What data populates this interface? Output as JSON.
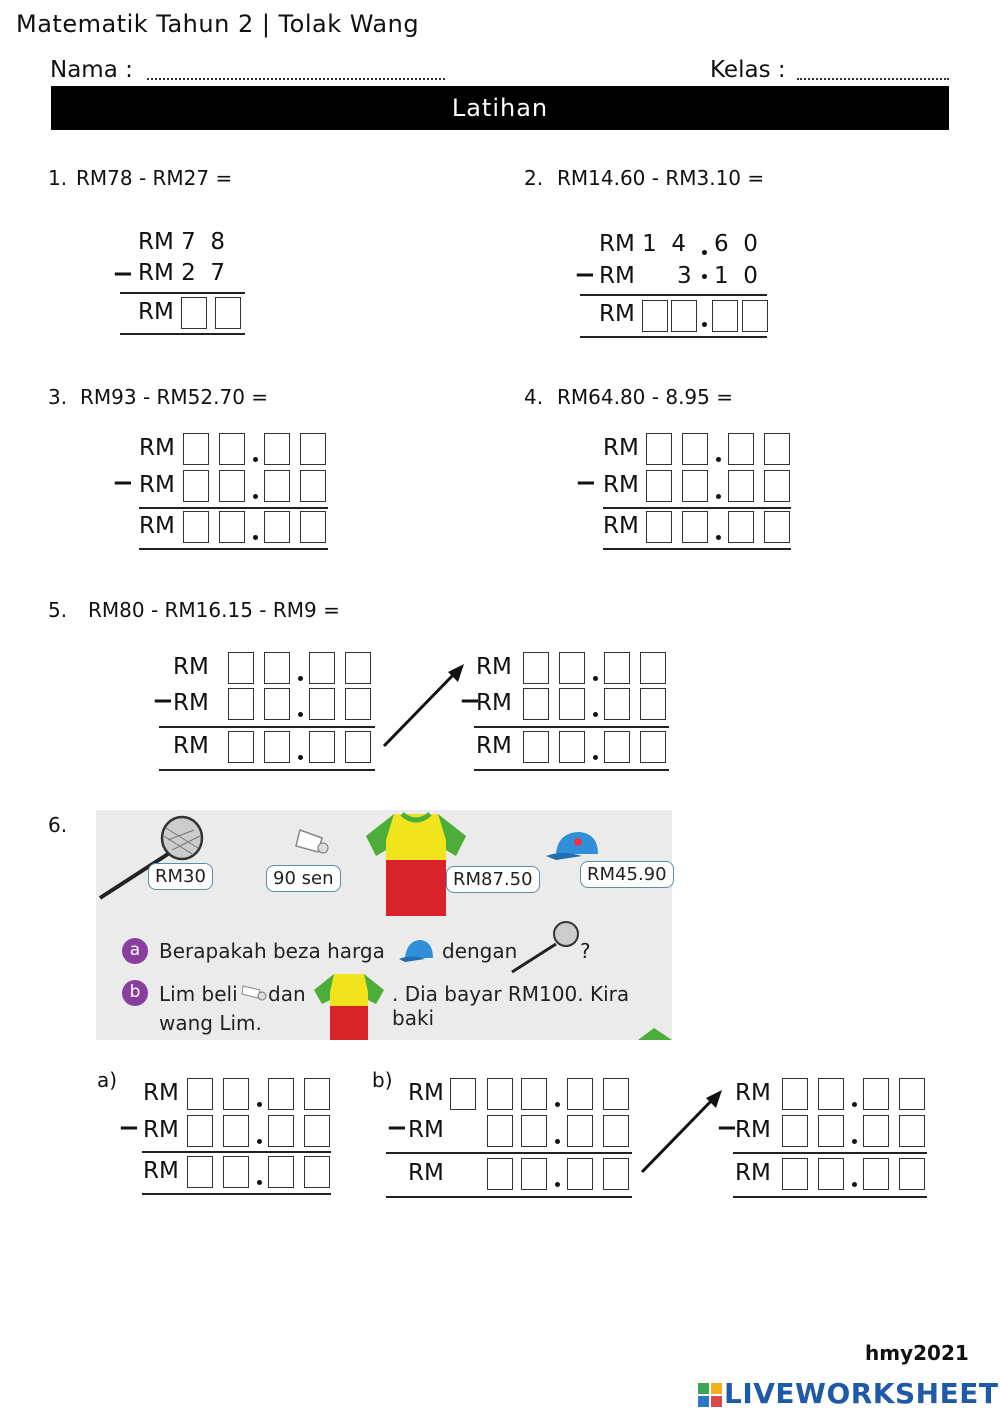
{
  "header": {
    "title": "Matematik Tahun 2 | Tolak Wang",
    "name_label": "Nama :",
    "class_label": "Kelas :",
    "banner": "Latihan"
  },
  "questions": {
    "q1": {
      "label": "1.",
      "text": "RM78 - RM27 =",
      "row1": "RM 7  8",
      "row2": "RM 2  7",
      "row3": "RM"
    },
    "q2": {
      "label": "2.",
      "text": "RM14.60 - RM3.10 =",
      "row1": "RM 1  4",
      "row1b": "6  0",
      "row2": "RM",
      "row2b": "3",
      "row2c": "1  0",
      "row3": "RM"
    },
    "q3": {
      "label": "3.",
      "text": "RM93 - RM52.70 =",
      "rm": "RM"
    },
    "q4": {
      "label": "4.",
      "text": "RM64.80 - 8.95 =",
      "rm": "RM"
    },
    "q5": {
      "label": "5.",
      "text": "RM80 - RM16.15 - RM9 =",
      "rm": "RM"
    },
    "q6": {
      "label": "6.",
      "a_label": "a)",
      "b_label": "b)",
      "rm": "RM"
    }
  },
  "panel": {
    "price_racket": "RM30",
    "price_shuttle": "90 sen",
    "price_shirt": "RM87.50",
    "price_cap": "RM45.90",
    "qa_marker": "a",
    "qa_text_1": "Berapakah beza harga",
    "qa_text_2": "dengan",
    "qa_text_3": "?",
    "qb_marker": "b",
    "qb_text_1": "Lim beli",
    "qb_text_2": "dan",
    "qb_text_3": ". Dia bayar RM100. Kira baki",
    "qb_text_4": "wang Lim.",
    "colors": {
      "shirt_yellow": "#f2e41c",
      "shirt_red": "#d9232a",
      "shirt_green": "#4cae3a",
      "cap_blue": "#2f8fd8",
      "marker_purple": "#8a3f9f"
    }
  },
  "footer": {
    "author": "hmy2021",
    "brand": "LIVEWORKSHEETS"
  }
}
